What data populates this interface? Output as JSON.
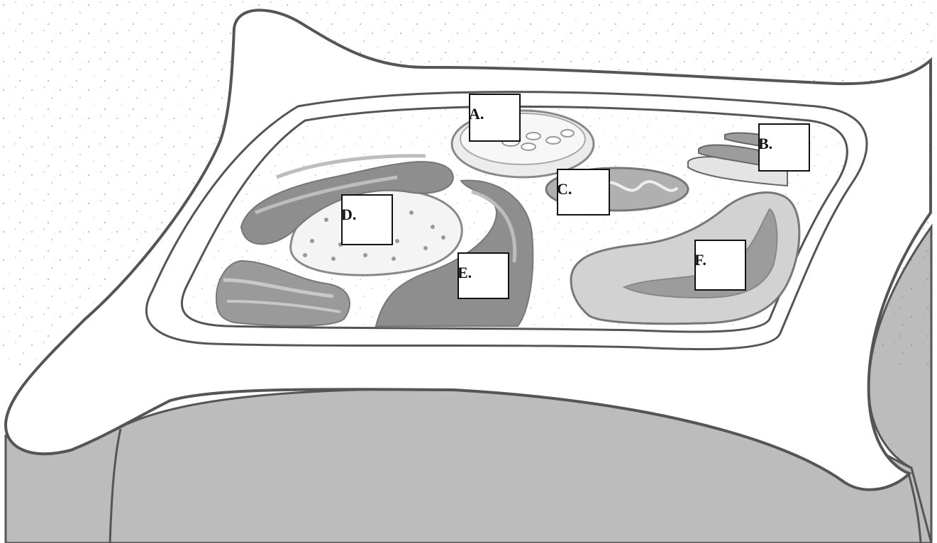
{
  "diagram": {
    "labels": [
      {
        "id": "A",
        "text": "A."
      },
      {
        "id": "B",
        "text": "B."
      },
      {
        "id": "C",
        "text": "C."
      },
      {
        "id": "D",
        "text": "D."
      },
      {
        "id": "E",
        "text": "E."
      },
      {
        "id": "F",
        "text": "F."
      }
    ]
  },
  "colors": {
    "background": "#ffffff",
    "outline": "#555555",
    "neighbor_cells": "#bdbdbd",
    "organelle_dark": "#8c8c8c",
    "organelle_mid": "#a8a8a8",
    "organelle_light": "#d6d6d6",
    "label_border": "#111111"
  }
}
